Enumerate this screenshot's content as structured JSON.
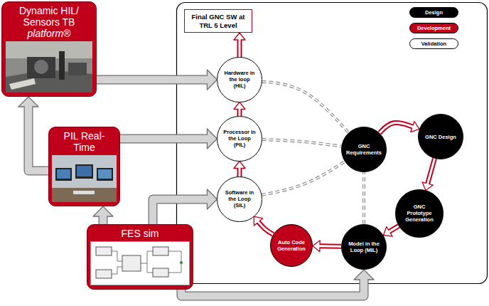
{
  "diagram": {
    "nodes": [
      {
        "text": [
          "Dynamic HIL/ Sensors TB",
          "platform®"
        ]
      },
      {
        "text": [
          "Final GNC SW at TRL 5 Level"
        ]
      },
      {
        "text": [
          "Hardware in the loop (HIL)"
        ]
      },
      {
        "text": [
          "PIL Real-Time"
        ]
      },
      {
        "text": [
          "Processor in the Loop (PIL)"
        ]
      },
      {
        "text": [
          "GNC Design"
        ]
      },
      {
        "text": [
          "GNC Requirements"
        ]
      },
      {
        "text": [
          "Software in the Loop (SIL)"
        ]
      },
      {
        "text": [
          "FES sim"
        ]
      },
      {
        "text": [
          "GNC Prototype Generation"
        ]
      },
      {
        "text": [
          "Auto Code Generation"
        ]
      },
      {
        "text": [
          "Model in the Loop (MIL)"
        ]
      }
    ],
    "edges": [
      {
        "from": 7,
        "to": 4,
        "arrow": "to"
      },
      {
        "from": 4,
        "to": 2,
        "arrow": "to"
      },
      {
        "from": 2,
        "to": 1,
        "arrow": "to"
      },
      {
        "from": 6,
        "to": 5,
        "arrow": "to"
      },
      {
        "from": 5,
        "to": 9,
        "arrow": "to"
      },
      {
        "from": 9,
        "to": 11,
        "arrow": "to"
      },
      {
        "from": 11,
        "to": 10,
        "arrow": "to"
      },
      {
        "from": 10,
        "to": 7,
        "arrow": "to"
      },
      {
        "from": 2,
        "to": 6,
        "arrow": "none"
      },
      {
        "from": 4,
        "to": 6,
        "arrow": "none"
      },
      {
        "from": 7,
        "to": 6,
        "arrow": "none"
      },
      {
        "from": 11,
        "to": 6,
        "arrow": "none"
      },
      {
        "from": 0,
        "to": 2,
        "arrow": "to"
      },
      {
        "from": 3,
        "to": 4,
        "arrow": "to"
      },
      {
        "from": 8,
        "to": 7,
        "arrow": "to"
      },
      {
        "from": 8,
        "to": 11,
        "arrow": "to"
      },
      {
        "from": 8,
        "to": 3,
        "arrow": "to"
      },
      {
        "from": 3,
        "to": 0,
        "arrow": "to"
      }
    ],
    "legend": [
      {
        "text": "Design",
        "color": "#000000"
      },
      {
        "text": "Development",
        "color": "#c0001a"
      },
      {
        "text": "Validation",
        "color": "#ffffff"
      }
    ]
  }
}
